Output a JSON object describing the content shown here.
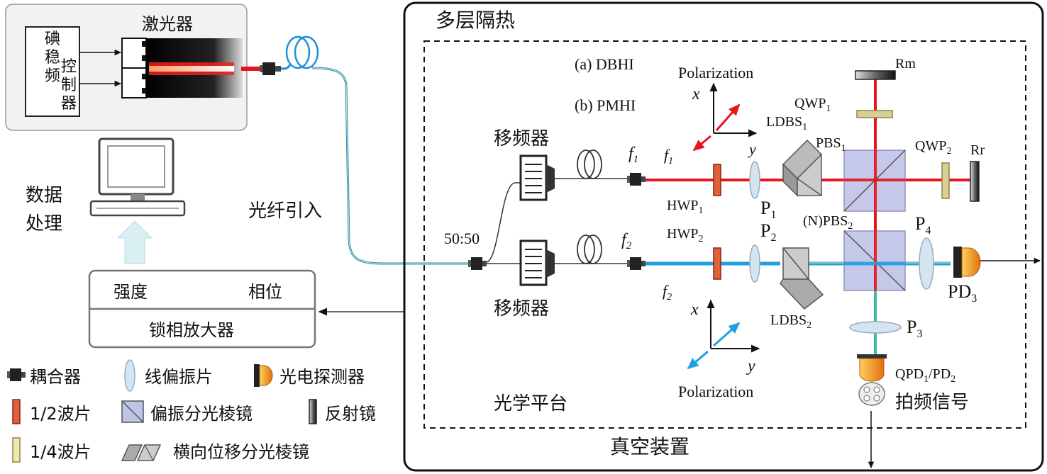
{
  "colors": {
    "beam_red": "#e8141c",
    "beam_blue": "#1fa0e0",
    "beam_green": "#3fb8a0",
    "fiber_blue": "#1f8fd8",
    "glass": "#b9bde0",
    "hwp": "#e0603c",
    "qwp": "#d8d090",
    "detector": "#f0a020"
  },
  "laser": {
    "title": "激光器",
    "controller_label": "碘稳频控制器"
  },
  "fiber_in_label": "光纤引入",
  "computer": {
    "label_line1": "数据",
    "label_line2": "处理"
  },
  "lockin": {
    "intensity": "强度",
    "phase": "相位",
    "title": "锁相放大器"
  },
  "chamber": {
    "insulation_label": "多层隔热",
    "vacuum_label": "真空装置",
    "platform_label": "光学平台"
  },
  "components": {
    "splitter": "50:50",
    "freq_shifter_top": "移频器",
    "freq_shifter_bottom": "移频器",
    "mode_a": "(a) DBHI",
    "mode_b": "(b) PMHI",
    "f1": "f",
    "f1_sub": "1",
    "f2": "f",
    "f2_sub": "2",
    "f1_beam": "f",
    "f1_beam_sub": "1",
    "f2_beam": "f",
    "f2_beam_sub": "2",
    "hwp1": "HWP",
    "hwp1_sub": "1",
    "hwp2": "HWP",
    "hwp2_sub": "2",
    "p1": "P",
    "p1_sub": "1",
    "p2": "P",
    "p2_sub": "2",
    "p3": "P",
    "p3_sub": "3",
    "p4": "P",
    "p4_sub": "4",
    "ldbs1": "LDBS",
    "ldbs1_sub": "1",
    "ldbs2": "LDBS",
    "ldbs2_sub": "2",
    "pbs1": "PBS",
    "pbs1_sub": "1",
    "pbs2": "(N)PBS",
    "pbs2_sub": "2",
    "qwp1": "QWP",
    "qwp1_sub": "1",
    "qwp2": "QWP",
    "qwp2_sub": "2",
    "rm": "Rm",
    "rr": "Rr",
    "pd3": "PD",
    "pd3_sub": "3",
    "qpd": "QPD",
    "qpd_sub": "1",
    "qpd_rest": "/PD",
    "qpd_sub2": "2",
    "beat_signal": "拍频信号",
    "polarization_top": "Polarization",
    "polarization_bottom": "Polarization",
    "axis_x": "x",
    "axis_y": "y"
  },
  "legend": {
    "coupler": "耦合器",
    "polarizer": "线偏振片",
    "photodetector": "光电探测器",
    "half_wave": "1/2波片",
    "pbs": "偏振分光棱镜",
    "mirror": "反射镜",
    "quarter_wave": "1/4波片",
    "ldbs": "横向位移分光棱镜"
  }
}
